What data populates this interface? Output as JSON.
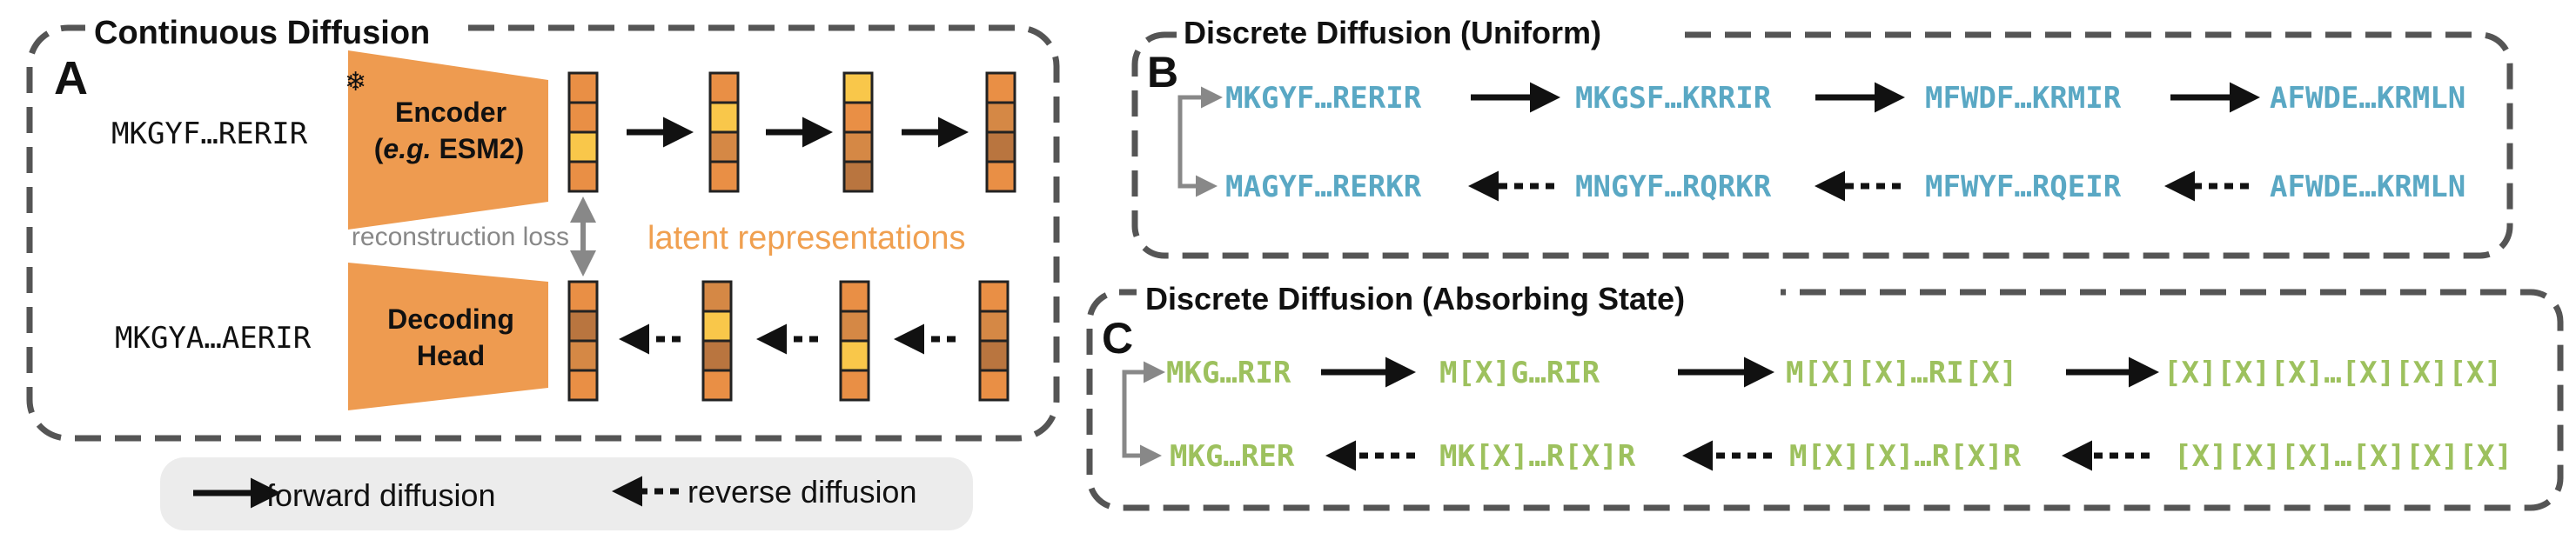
{
  "colors": {
    "orange": "#EE9B50",
    "latent_text": "#F0A050",
    "blue": "#5AA8C4",
    "green": "#9DC15E",
    "gray_arrow": "#888888",
    "cell_light": "#F9C74A",
    "cell_mid": "#E98F45",
    "cell_dark": "#B9753F",
    "legend_bg": "#ECECEC"
  },
  "panel_a": {
    "title": "Continuous Diffusion",
    "letter": "A",
    "input_seq": "MKGYF…RERIR",
    "output_seq": "MKGYA…AERIR",
    "encoder_line1": "Encoder",
    "encoder_line2_em": "e.g.",
    "encoder_line2_rest": " ESM2)",
    "decoder_line1": "Decoding",
    "decoder_line2": "Head",
    "snowflake_icon": "snowflake-icon",
    "reconstruction_label": "reconstruction loss",
    "latent_label": "latent representations"
  },
  "panel_b": {
    "title": "Discrete Diffusion (Uniform)",
    "letter": "B",
    "forward": [
      "MKGYF…RERIR",
      "MKGSF…KRRIR",
      "MFWDF…KRMIR",
      "AFWDE…KRMLN"
    ],
    "reverse": [
      "MAGYF…RERKR",
      "MNGYF…RQRKR",
      "MFWYF…RQEIR",
      "AFWDE…KRMLN"
    ]
  },
  "panel_c": {
    "title": "Discrete Diffusion (Absorbing State)",
    "letter": "C",
    "forward": [
      "MKG…RIR",
      "M[X]G…RIR",
      "M[X][X]…RI[X]",
      "[X][X][X]…[X][X][X]"
    ],
    "reverse": [
      "MKG…RER",
      "MK[X]…R[X]R",
      "M[X][X]…R[X]R",
      "[X][X][X]…[X][X][X]"
    ]
  },
  "legend": {
    "forward_label": "forward diffusion",
    "reverse_label": "reverse diffusion"
  }
}
